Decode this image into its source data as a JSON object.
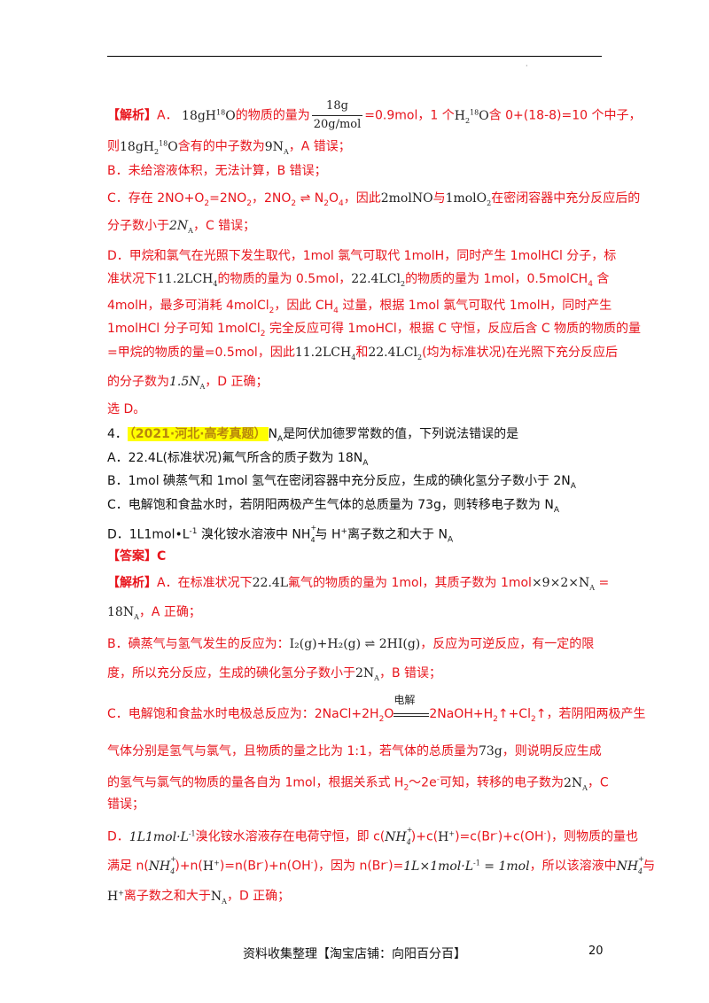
{
  "a3": {
    "l1": {
      "tag": "【解析】",
      "a": "A．",
      "f1": "18gH",
      "sup1": "18",
      "f1b": "O",
      "t1": "的物质的量为",
      "num": "18g",
      "den": "20g/mol",
      "t2": "=0.9mol，1 个",
      "f2": "H",
      "sup2": "18",
      "f2b": "O",
      "t3": "含 0+(18-8)=10 个中子，"
    },
    "l2": {
      "t1": "则",
      "f1": "18gH",
      "sup1": "18",
      "f1b": "O",
      "t2": "含有的中子数为",
      "f2": "9N",
      "sub2": "A",
      "t3": "，A 错误；"
    },
    "l3": "B．未给溶液体积，无法计算，B 错误；",
    "l4": {
      "t1": "C．存在 2NO+O",
      "s1": "2",
      "t2": "=2NO",
      "s2": "2",
      "t3": "，2NO",
      "s3": "2",
      "t4": " ⇌ N",
      "s4": "2",
      "t5": "O",
      "s5": "4",
      "t6": "，因此",
      "f1": "2molNO",
      "t7": "与",
      "f2": "1molO",
      "s6": "2",
      "t8": "在密闭容器中充分反应后的"
    },
    "l5": {
      "t1": "分子数小于",
      "f1": "2N",
      "sub1": "A",
      "t2": "，C 错误；"
    },
    "l6": "D．甲烷和氯气在光照下发生取代，1mol 氯气可取代 1molH，同时产生 1molHCl 分子，标",
    "l7": {
      "t1": "准状况下",
      "f1": "11.2LCH",
      "s1": "4",
      "t2": "的物质的量为 0.5mol，",
      "f2": "22.4LCl",
      "s2": "2",
      "t3": "的物质的量为 1mol，0.5molCH",
      "s3": "4",
      "t4": " 含"
    },
    "l8": {
      "t1": "4molH，最多可消耗 4molCl",
      "s1": "2",
      "t2": "，因此 CH",
      "s2": "4",
      "t3": " 过量，根据 1mol 氯气可取代 1molH，同时产生"
    },
    "l9": {
      "t1": "1molHCl 分子可知 1molCl",
      "s1": "2",
      "t2": " 完全反应可得 1moHCl，根据 C 守恒，反应后含 C 物质的物质的量"
    },
    "l10": {
      "t1": "=甲烷的物质的量=0.5mol，因此",
      "f1": "11.2LCH",
      "s1": "4",
      "t2": "和",
      "f2": "22.4LCl",
      "s2": "2",
      "t3": "(均为标准状况)在光照下充分反应后"
    },
    "l11": {
      "t1": "的分子数为",
      "f1": "1.5N",
      "sub1": "A",
      "t2": "，D 正确；"
    },
    "l12": "选 D。"
  },
  "q4": {
    "num": "4．",
    "source": "（2021·河北·高考真题）",
    "stem_a": "N",
    "stem_sub": "A",
    "stem_b": "是阿伏加德罗常数的值，下列说法错误的是",
    "A": {
      "t1": "A．22.4L(标准状况)氟气所含的质子数为 18N",
      "sub": "A"
    },
    "B": {
      "t1": "B．1mol 碘蒸气和 1mol 氢气在密闭容器中充分反应，生成的碘化氢分子数小于 2N",
      "sub": "A"
    },
    "C": {
      "t1": "C．电解饱和食盐水时，若阴阳两极产生气体的总质量为 73g，则转移电子数为 N",
      "sub": "A"
    },
    "D": {
      "t1": "D．1L1mol•L",
      "sup1": "-1",
      "t2": " 溴化铵水溶液中 NH",
      "sub2": "4",
      "sup2": "+",
      "t3": "与 H",
      "sup3": "+",
      "t4": "离子数之和大于 N",
      "sub4": "A"
    }
  },
  "answer": {
    "tag": "【答案】",
    "value": "C"
  },
  "a4": {
    "l1": {
      "tag": "【解析】",
      "t1": "A．在标准状况下",
      "f1": "22.4L",
      "t2": "氟气的物质的量为 1mol，其质子数为 1mol",
      "f2": "×9×2×N",
      "sub2": "A",
      "t3": " ="
    },
    "l2": {
      "f1": "18N",
      "sub1": "A",
      "t1": "，A 正确；"
    },
    "l3": {
      "t1": "B．碘蒸气与氢气发生的反应为：",
      "f1": "I₂(g)+H₂(g) ⇌ 2HI(g)",
      "t2": "，反应为可逆反应，有一定的限"
    },
    "l4": {
      "t1": "度，所以充分反应，生成的碘化氢分子数小于",
      "f1": "2N",
      "sub1": "A",
      "t2": "，B 错误；"
    },
    "l5": {
      "t1": "C．电解饱和食盐水时电极总反应为：2NaCl+2H",
      "s1": "2",
      "t2": "O",
      "cond": "电解",
      "t3": "2NaOH+H",
      "s2": "2",
      "t4": "↑+Cl",
      "s3": "2",
      "t5": "↑，若阴阳两极产生"
    },
    "l6": {
      "t1": "气体分别是氢气与氯气，且物质的量之比为 1:1，若气体的总质量为",
      "f1": "73g",
      "t2": "，则说明反应生成"
    },
    "l7": {
      "t1": "的氢气与氯气的物质的量各自为 1mol，根据关系式 H",
      "s1": "2",
      "t2": "～2e",
      "sup1": "-",
      "t3": "可知，转移的电子数为",
      "f1": "2N",
      "sub1": "A",
      "t4": "，C"
    },
    "l8": "错误；",
    "l9": {
      "t1": "D．",
      "f1": "1L1mol·L",
      "sup1": "-1",
      "t2": "溴化铵水溶液存在电荷守恒，即 c(",
      "f2": "NH",
      "sub2": "4",
      "sup2": "+",
      "t3": ")+c(",
      "f3": "H",
      "sup3": "+",
      "t4": ")=c(Br",
      "sup4": "-",
      "t5": ")+c(OH",
      "sup5": "-",
      "t6": ")，则物质的量也"
    },
    "l10": {
      "t1": "满足 n(",
      "f1": "NH",
      "sub1": "4",
      "sup1": "+",
      "t2": ")+n(",
      "f2": "H",
      "sup2": "+",
      "t3": ")=n(Br",
      "sup3": "-",
      "t4": ")+n(OH",
      "sup4": "-",
      "t5": ")，因为 n(Br",
      "sup5": "-",
      "t6": ")=",
      "f3": "1L×1mol·L",
      "sup6": "-1",
      "f4": " = 1mol",
      "t7": "，所以该溶液中",
      "f5": "NH",
      "sub5": "4",
      "sup7": "+",
      "t8": "与"
    },
    "l11": {
      "f1": "H",
      "sup1": "+",
      "t1": "离子数之和大于",
      "f2": "N",
      "sub2": "A",
      "t2": "，D 正确；"
    }
  },
  "footer": {
    "text": "资料收集整理【淘宝店铺：向阳百分百】",
    "page": "20"
  }
}
